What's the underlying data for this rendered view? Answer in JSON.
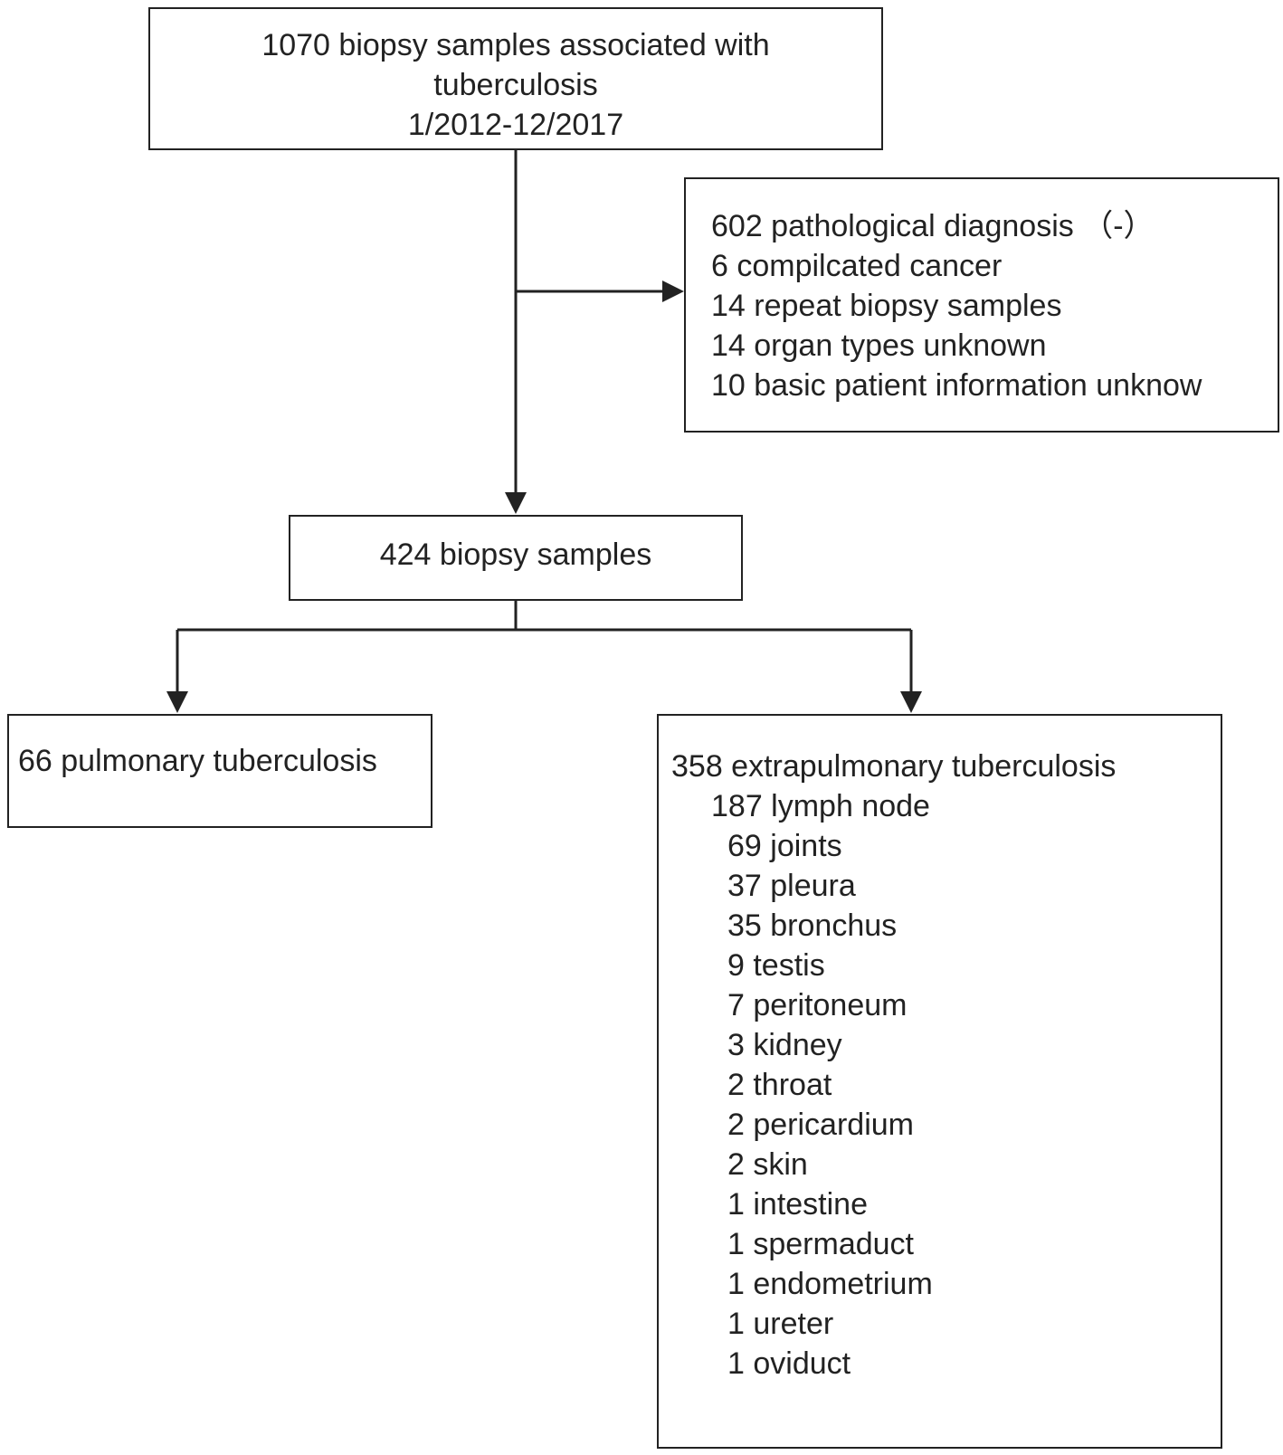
{
  "top_box": {
    "line1": "1070 biopsy samples associated with",
    "line2": "tuberculosis",
    "line3": "1/2012-12/2017"
  },
  "exclusion_box": {
    "items": [
      "602 pathological diagnosis （-）",
      "6 compilcated cancer",
      "14 repeat biopsy samples",
      "14 organ types unknown",
      "10 basic patient information unknow"
    ]
  },
  "middle_box": {
    "label": "424 biopsy samples"
  },
  "pulmonary_box": {
    "label": "66 pulmonary tuberculosis"
  },
  "extrapulmonary_box": {
    "title": "358 extrapulmonary tuberculosis",
    "lymph": "187 lymph node",
    "sites": [
      "69 joints",
      "37 pleura",
      "35 bronchus",
      "9 testis",
      "7 peritoneum",
      "3 kidney",
      "2 throat",
      "2 pericardium",
      "2 skin",
      "1 intestine",
      "1 spermaduct",
      "1 endometrium",
      "1 ureter",
      "1 oviduct"
    ]
  },
  "colors": {
    "stroke": "#222222",
    "background": "#ffffff"
  }
}
